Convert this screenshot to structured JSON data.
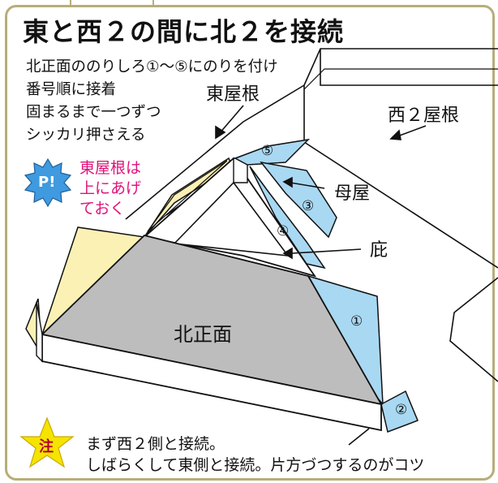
{
  "title": "東と西２の間に北２を接続",
  "steps": [
    "北正面ののりしろ①〜⑤にのりを付け",
    "番号順に接着",
    "固まるまで一つずつ",
    "シッカリ押さえる"
  ],
  "labels": {
    "east_roof": "東屋根",
    "west2_roof": "西２屋根",
    "purlin": "母屋",
    "eaves": "庇",
    "north_front": "北正面"
  },
  "point_badge": "P!",
  "point_note": [
    "東屋根は",
    "上にあげ",
    "ておく"
  ],
  "note_badge": "注",
  "notes": [
    "まず西２側と接続。",
    "しばらくして東側と接続。片方づつするのがコツ"
  ],
  "glue_numbers": [
    "①",
    "②",
    "③",
    "④",
    "⑤"
  ],
  "colors": {
    "border": "#b8ad7a",
    "glue_tab": "#a9d8f2",
    "glue_tab_yellow": "#fbf1b5",
    "front_face": "#bdbdbd",
    "point_badge": "#3f9ae0",
    "note_badge": "#f5e400",
    "pink_text": "#e0127a"
  }
}
